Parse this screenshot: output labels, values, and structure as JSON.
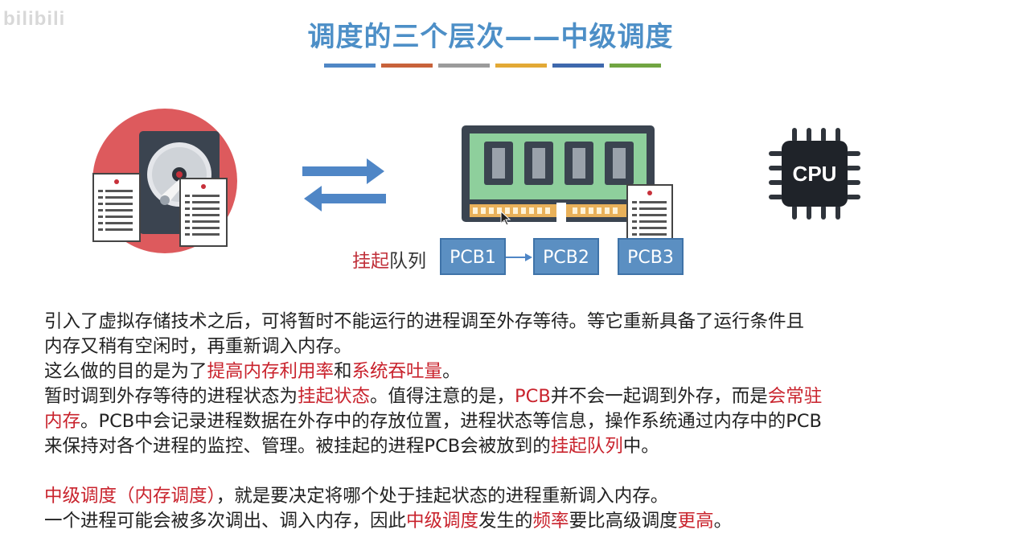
{
  "watermark": "bilibili",
  "title": "调度的三个层次——中级调度",
  "title_bar_colors": [
    "#4f87c5",
    "#c8623a",
    "#9b9b9b",
    "#e3a935",
    "#3e68ad",
    "#71a542"
  ],
  "cpu_label": "CPU",
  "queue": {
    "label_red": "挂起",
    "label_rest": "队列",
    "items": [
      "PCB1",
      "PCB2",
      "PCB3"
    ]
  },
  "paragraphs": [
    [
      {
        "t": "引入了虚拟存储技术之后，可将暂时不能运行的进程调至外存等待。等它重新具备了运行条件且"
      }
    ],
    [
      {
        "t": "内存又稍有空闲时，再重新调入内存。"
      }
    ],
    [
      {
        "t": "这么做的目的是为了"
      },
      {
        "t": "提高内存利用率",
        "red": true
      },
      {
        "t": "和"
      },
      {
        "t": "系统吞吐量",
        "red": true
      },
      {
        "t": "。"
      }
    ],
    [
      {
        "t": "暂时调到外存等待的进程状态为"
      },
      {
        "t": "挂起状态",
        "red": true
      },
      {
        "t": "。值得注意的是，"
      },
      {
        "t": "PCB",
        "red": true
      },
      {
        "t": "并不会一起调到外存，而是"
      },
      {
        "t": "会常驻",
        "red": true
      }
    ],
    [
      {
        "t": "内存",
        "red": true
      },
      {
        "t": "。PCB中会记录进程数据在外存中的存放位置，进程状态等信息，操作系统通过内存中的PCB"
      }
    ],
    [
      {
        "t": "来保持对各个进程的监控、管理。被挂起的进程PCB会被放到的"
      },
      {
        "t": "挂起队列",
        "red": true
      },
      {
        "t": "中。"
      }
    ],
    [
      {
        "t": "中级调度（内存调度）",
        "red": true
      },
      {
        "t": "，就是要决定将哪个处于挂起状态的进程重新调入内存。"
      }
    ],
    [
      {
        "t": "一个进程可能会被多次调出、调入内存，因此"
      },
      {
        "t": "中级调度",
        "red": true
      },
      {
        "t": "发生的"
      },
      {
        "t": "频率",
        "red": true
      },
      {
        "t": "要比高级调度"
      },
      {
        "t": "更高",
        "red": true
      },
      {
        "t": "。"
      }
    ]
  ]
}
